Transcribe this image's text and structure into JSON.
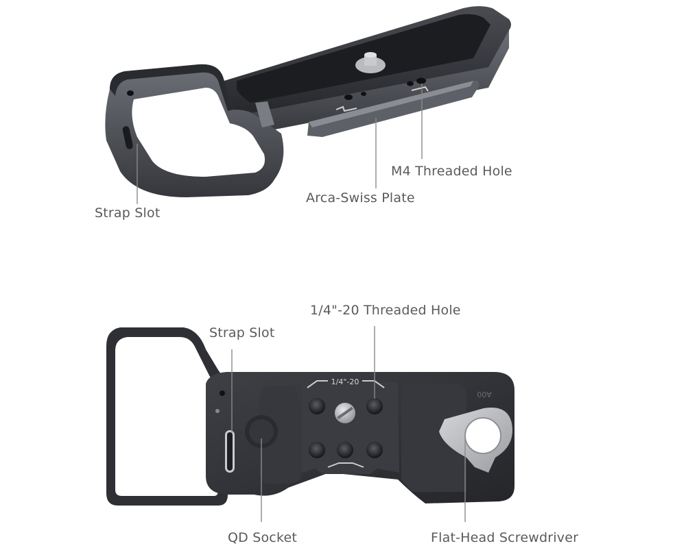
{
  "top_view": {
    "callouts": {
      "strap_slot": "Strap Slot",
      "arca_swiss_plate": "Arca-Swiss Plate",
      "m4_threaded_hole": "M4 Threaded Hole"
    }
  },
  "bottom_view": {
    "engraving": "1/4\"-20",
    "model_mark": "A00",
    "callouts": {
      "strap_slot": "Strap Slot",
      "quarter_twenty_hole": "1/4\"-20 Threaded Hole",
      "qd_socket": "QD Socket",
      "flat_head_screwdriver": "Flat-Head Screwdriver"
    }
  },
  "colors": {
    "metal_dark": "#2e2f33",
    "metal_mid": "#45474c",
    "metal_light": "#6b6e74",
    "callout_line": "#8a8a8a",
    "callout_text": "#5a5a5a",
    "screwdriver_silver": "#b8babd"
  }
}
